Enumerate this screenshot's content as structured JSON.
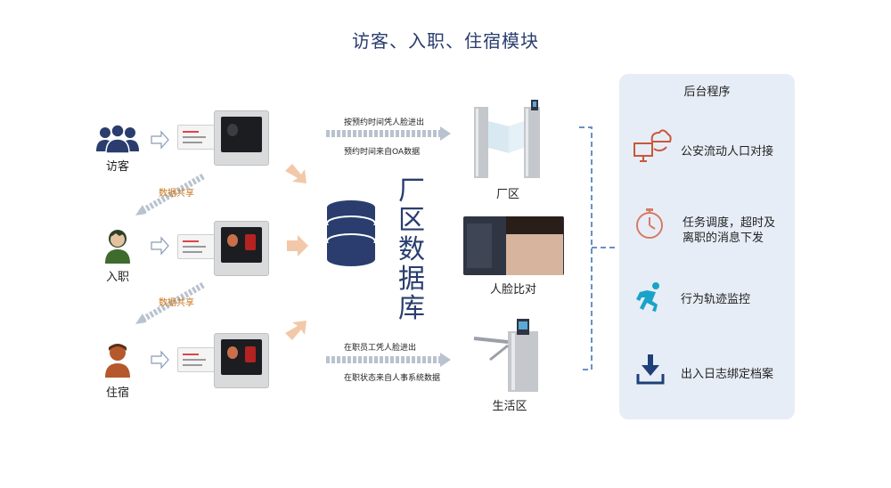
{
  "title": "访客、入职、住宿模块",
  "people": [
    {
      "label": "访客"
    },
    {
      "label": "入职"
    },
    {
      "label": "住宿"
    }
  ],
  "share_labels": [
    "数据共享",
    "数据共享"
  ],
  "database": {
    "label": "厂区数据库",
    "chars": [
      "厂",
      "区",
      "数",
      "据",
      "库"
    ]
  },
  "flows": {
    "top": {
      "above": "按预约时间凭人脸进出",
      "below": "预约时间来自OA数据"
    },
    "bottom": {
      "above": "在职员工凭人脸进出",
      "below": "在职状态来自人事系统数据"
    }
  },
  "zones": {
    "factory": "厂区",
    "face_compare": "人脸比对",
    "living": "生活区"
  },
  "panel": {
    "title": "后台程序",
    "items": [
      {
        "label": "公安流动人口对接",
        "icon": "cloud-sync-icon"
      },
      {
        "label_line1": "任务调度，超时及",
        "label_line2": "离职的消息下发",
        "icon": "stopwatch-icon"
      },
      {
        "label": "行为轨迹监控",
        "icon": "running-person-icon"
      },
      {
        "label": "出入日志绑定档案",
        "icon": "download-icon"
      }
    ]
  },
  "colors": {
    "title": "#2a3d6e",
    "person_icon": "#2a3d6e",
    "arrow_orange": "#f2c8a8",
    "panel_bg": "#e7edf6",
    "share_text": "#c8741a",
    "svc_orange": "#c8573a",
    "svc_cyan": "#1aa3c9",
    "svc_navy": "#1f3f7a"
  }
}
